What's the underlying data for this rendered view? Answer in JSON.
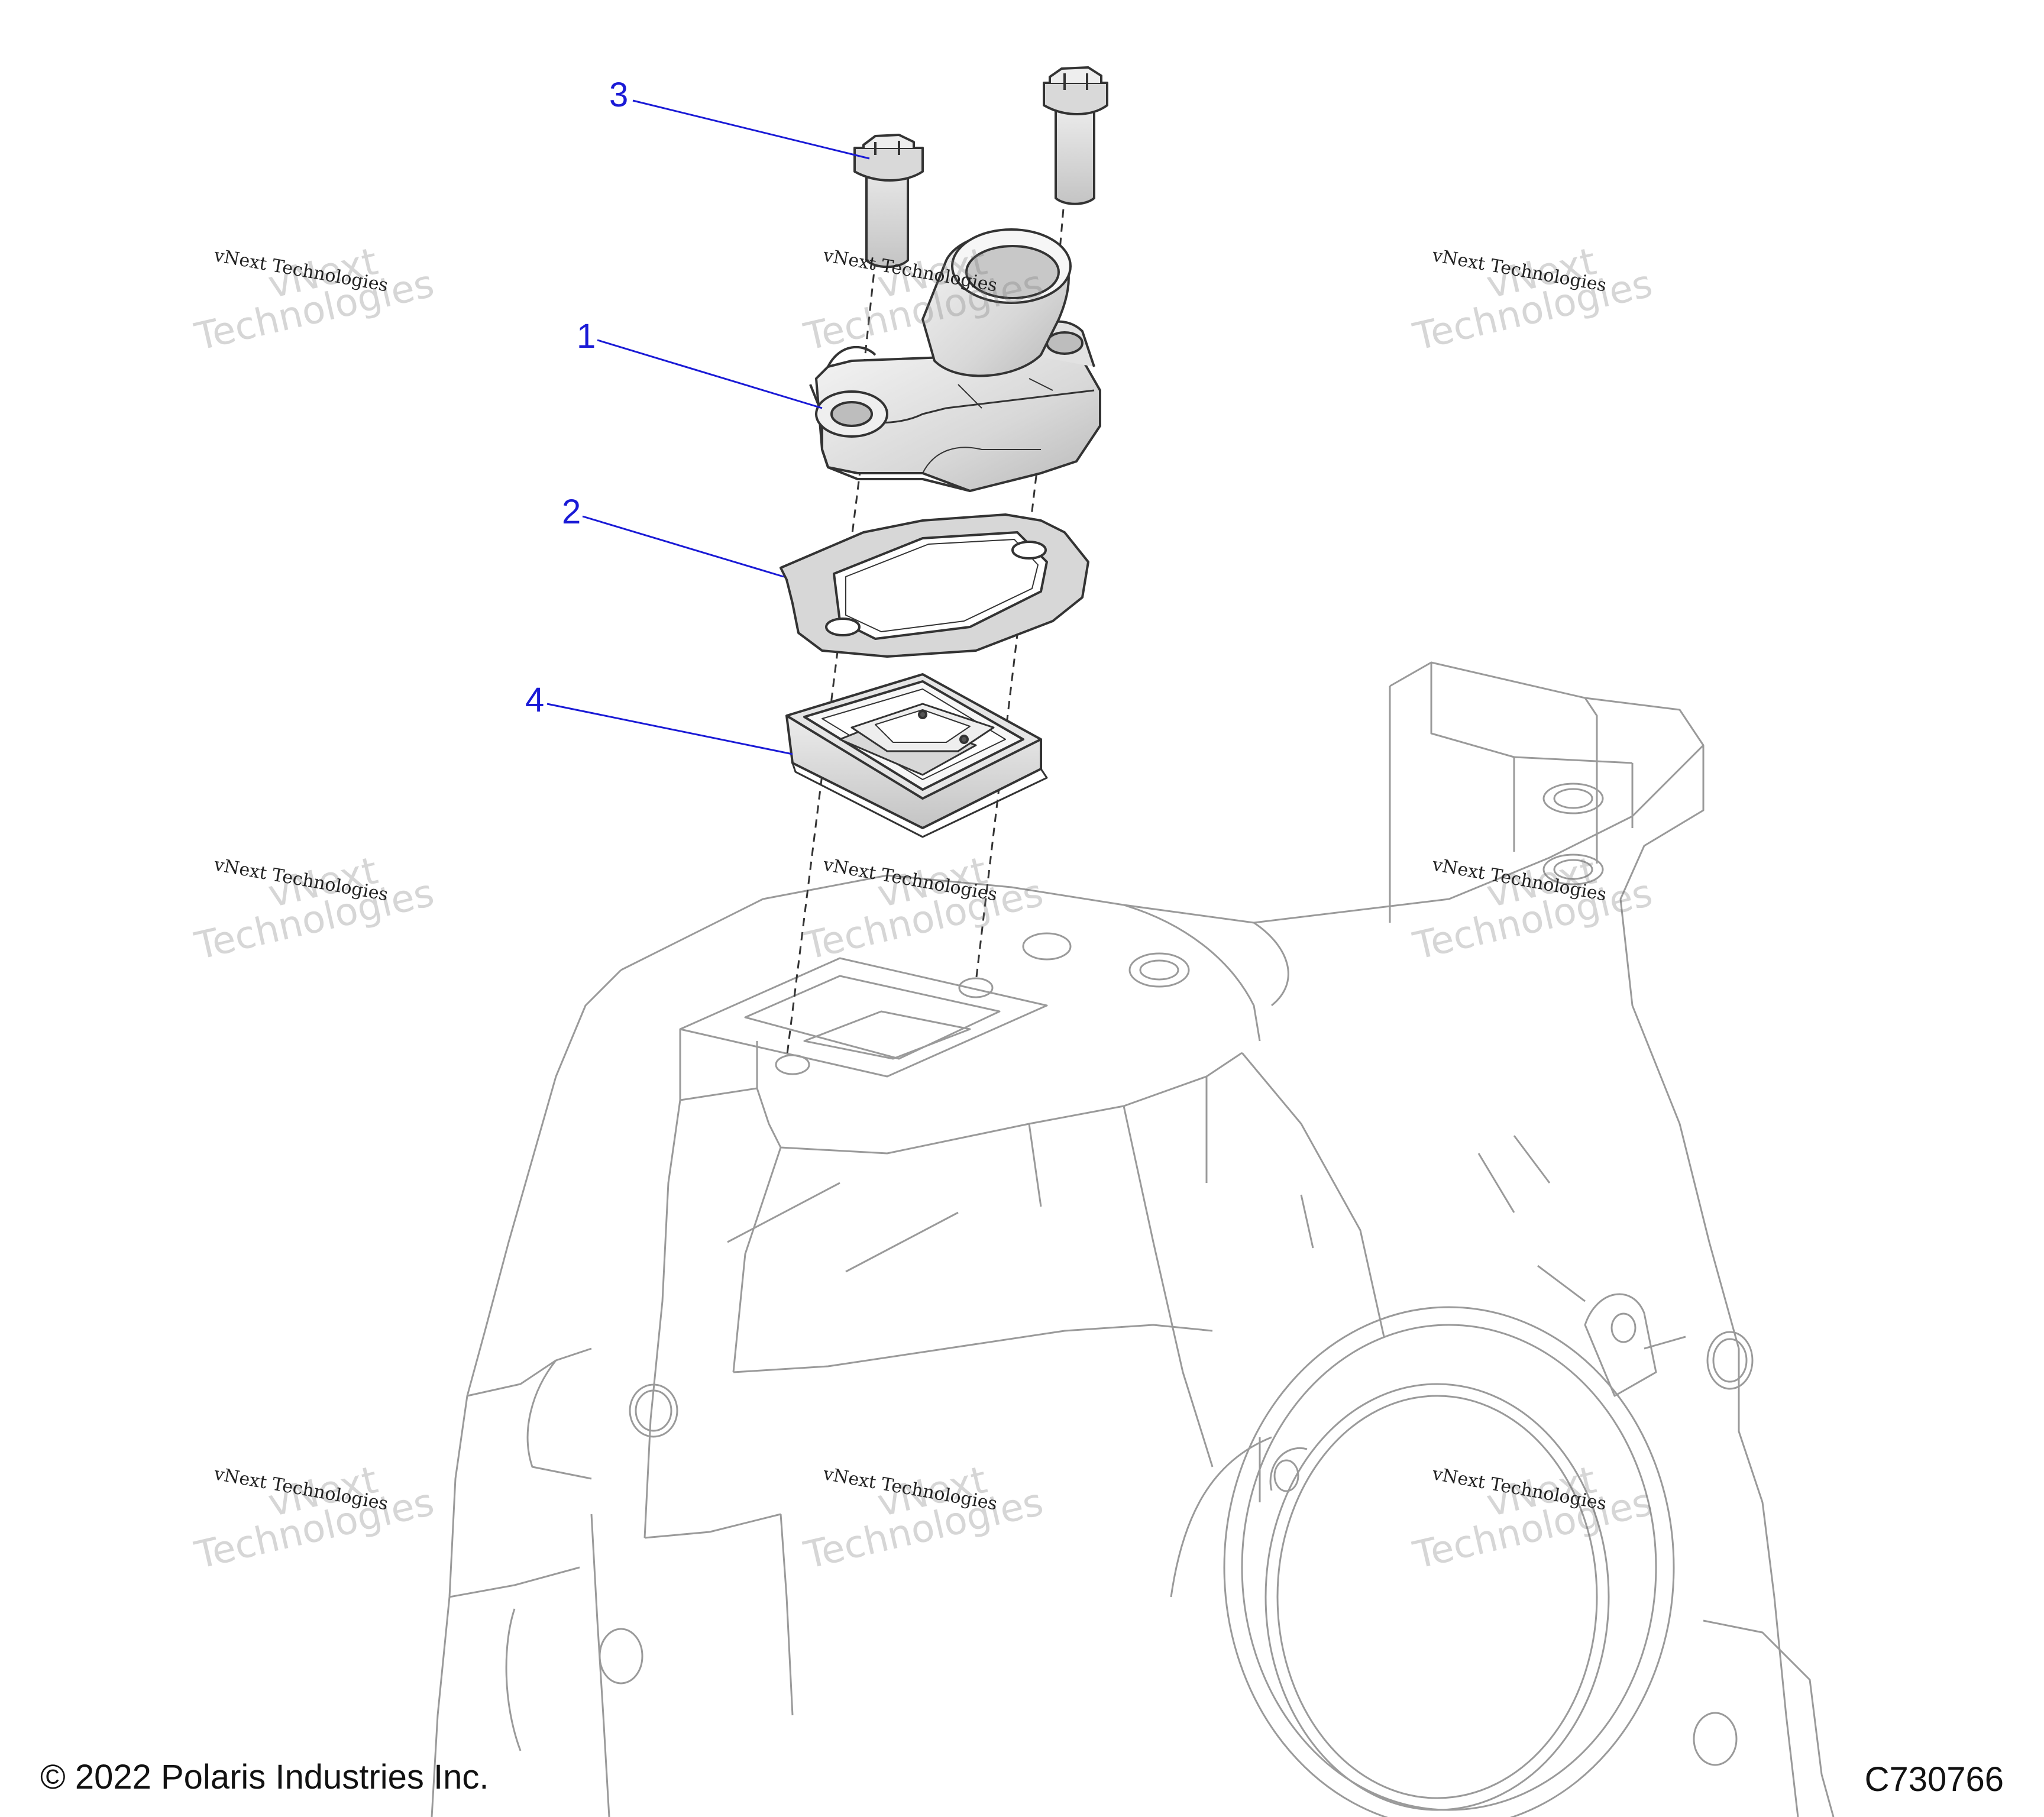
{
  "callouts": [
    {
      "number": "1",
      "part": "thermostat-housing"
    },
    {
      "number": "2",
      "part": "gasket"
    },
    {
      "number": "3",
      "part": "bolt"
    },
    {
      "number": "4",
      "part": "reed-valve-assembly"
    }
  ],
  "watermark": {
    "line1": "vNext",
    "line2": "Technologies",
    "small": "vNext Technologies"
  },
  "footer": {
    "copyright": "© 2022 Polaris Industries Inc.",
    "figure_code": "C730766"
  },
  "colors": {
    "callout": "#1a1ad6",
    "line": "#333333",
    "housing_outline": "#9a9a9a",
    "watermark": "#787878"
  }
}
